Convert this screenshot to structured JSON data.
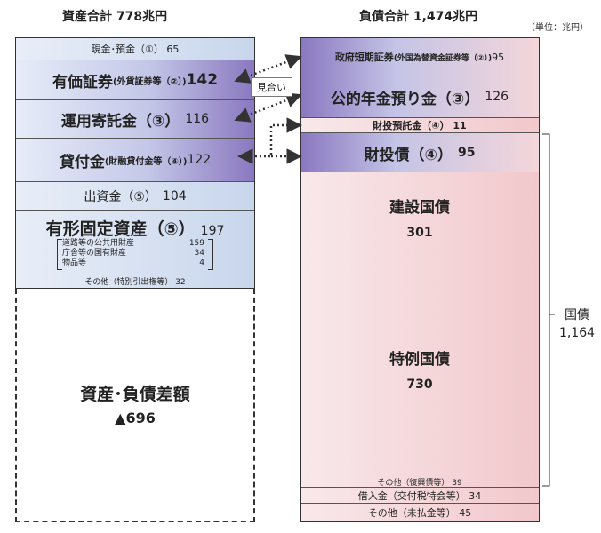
{
  "headers": {
    "assets_total": "資産合計 778兆円",
    "liabilities_total": "負債合計 1,474兆円",
    "unit": "（単位：兆円）"
  },
  "assets": {
    "cash": "現金･預金（①） 65",
    "securities_name": "有価証券",
    "securities_sub": "(外貨証券等（②）)",
    "securities_value": "142",
    "deposits_name": "運用寄託金（③）",
    "deposits_value": "116",
    "loans_name": "貸付金",
    "loans_sub": "(財融貸付金等（④）)",
    "loans_value": "122",
    "investments_name": "出資金（⑤）",
    "investments_value": "104",
    "fixed_name": "有形固定資産（⑤）",
    "fixed_value": "197",
    "fixed_details": [
      {
        "label": "道路等の公共用財産",
        "value": "159"
      },
      {
        "label": "庁舎等の国有財産",
        "value": "34"
      },
      {
        "label": "物品等",
        "value": "4"
      }
    ],
    "other": "その他（特別引出権等） 32",
    "net_label": "資産･負債差額",
    "net_value": "▲696"
  },
  "liabilities": {
    "short_bills_name": "政府短期証券",
    "short_bills_sub": "(外国為替資金証券等（②）)",
    "short_bills_value": "95",
    "pension_name": "公的年金預り金（③）",
    "pension_value": "126",
    "filp_deposit": "財投預託金（④） 11",
    "filp_bonds_name": "財投債（④）",
    "filp_bonds_value": "95",
    "construction_name": "建設国債",
    "construction_value": "301",
    "special_name": "特例国債",
    "special_value": "730",
    "other_bonds": "その他（復興債等） 39",
    "borrowings": "借入金（交付税特会等） 34",
    "other_liab": "その他（未払金等） 45"
  },
  "annotations": {
    "match": "見合い",
    "jgb_label": "国債",
    "jgb_value": "1,164"
  }
}
